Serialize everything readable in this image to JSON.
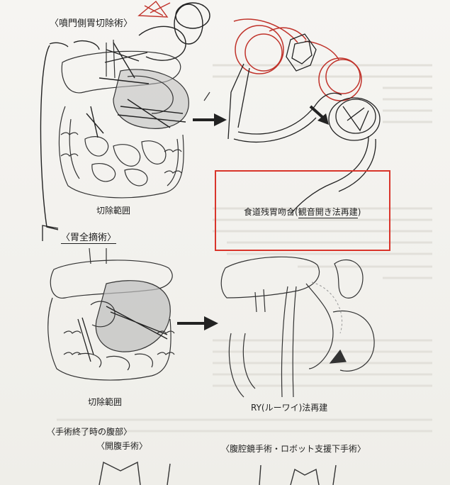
{
  "labels": {
    "distal_gastrectomy": "〈噴門側胃切除術〉",
    "resection_range_1": "切除範囲",
    "esophagogastric_anastomosis": "食道残胃吻合(",
    "double_flap": "観音開き法再建",
    "paren_close": ")",
    "total_gastrectomy": "〈胃全摘術〉",
    "resection_range_2": "切除範囲",
    "ry_reconstruction": "RY(ルーワイ)法再建",
    "abdomen_after": "〈手術終了時の腹部〉",
    "open_surgery": "〈開腹手術〉",
    "laparoscopic": "〈腹腔鏡手術・ロボット支援下手術〉"
  },
  "colors": {
    "accent_red": "#d9352b",
    "ink": "#222222"
  }
}
